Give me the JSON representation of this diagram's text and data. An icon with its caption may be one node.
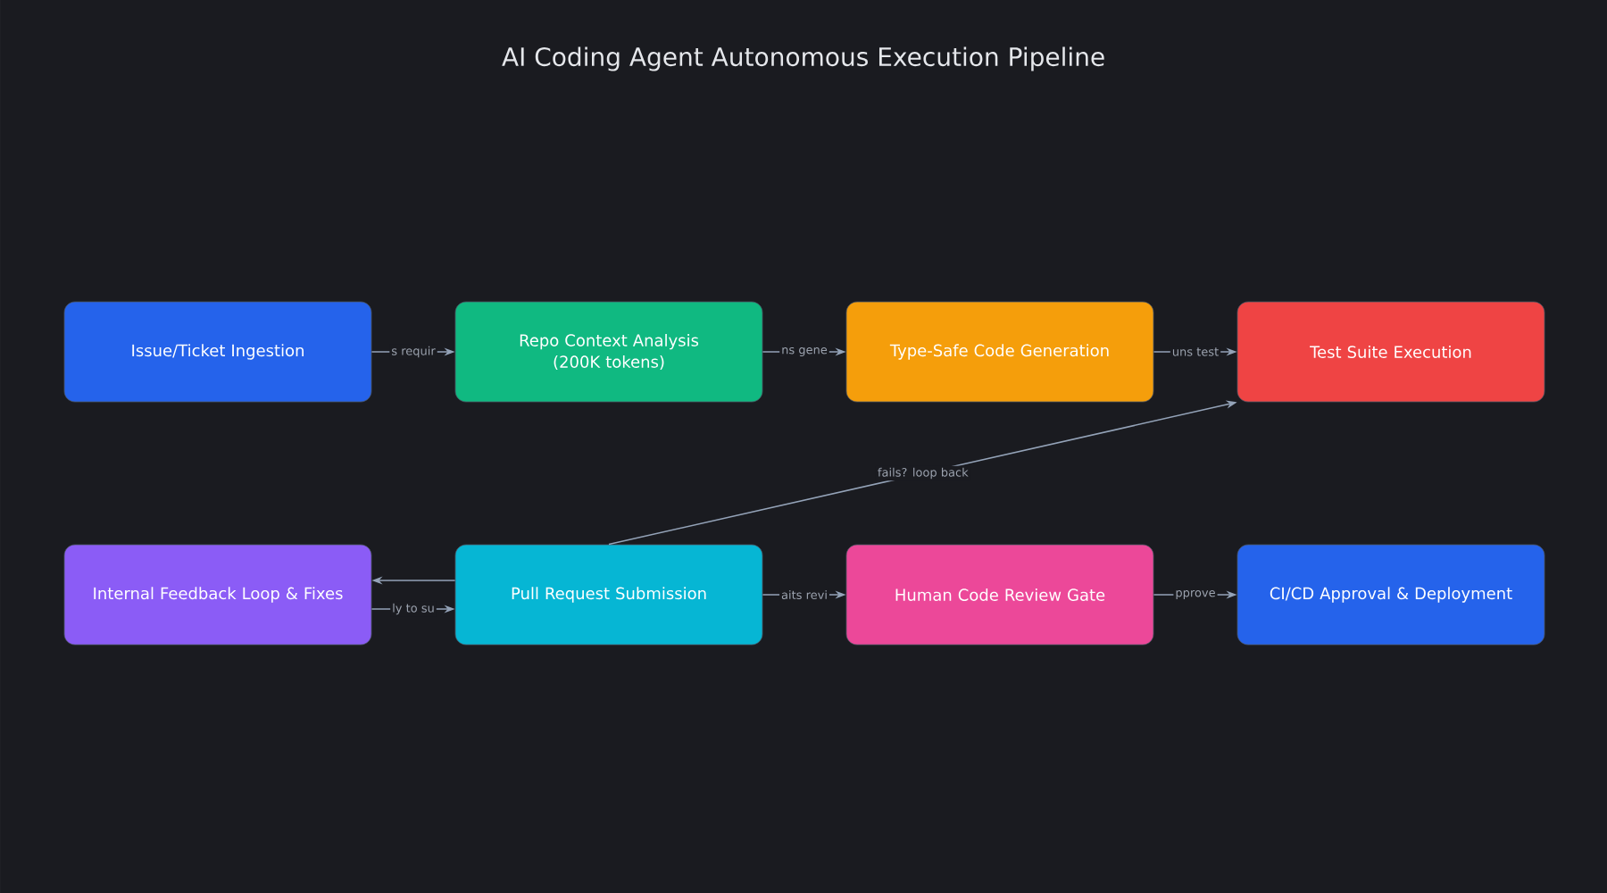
{
  "diagram": {
    "title": "AI Coding Agent Autonomous Execution Pipeline",
    "nodes": [
      {
        "text": [
          "Issue/Ticket Ingestion"
        ]
      },
      {
        "text": [
          "Repo Context Analysis (200K tokens)"
        ]
      },
      {
        "text": [
          "Type-Safe Code Generation"
        ]
      },
      {
        "text": [
          "Test Suite Execution"
        ]
      },
      {
        "text": [
          "Internal Feedback Loop & Fixes"
        ]
      },
      {
        "text": [
          "Pull Request Submission"
        ]
      },
      {
        "text": [
          "Human Code Review Gate"
        ]
      },
      {
        "text": [
          "CI/CD Approval & Deployment"
        ]
      }
    ],
    "edges": [
      {
        "from": 0,
        "to": 1,
        "arrow": "to",
        "label": "s requir"
      },
      {
        "from": 1,
        "to": 2,
        "arrow": "to",
        "label": "ns gene"
      },
      {
        "from": 2,
        "to": 3,
        "arrow": "to",
        "label": "uns test"
      },
      {
        "from": 5,
        "to": 3,
        "arrow": "to",
        "label": "fails? loop back"
      },
      {
        "from": 5,
        "to": 4,
        "arrow": "to"
      },
      {
        "from": 4,
        "to": 5,
        "arrow": "to",
        "label": "ly to su"
      },
      {
        "from": 5,
        "to": 6,
        "arrow": "to",
        "label": "aits revi"
      },
      {
        "from": 6,
        "to": 7,
        "arrow": "to",
        "label": "pprove"
      }
    ]
  }
}
